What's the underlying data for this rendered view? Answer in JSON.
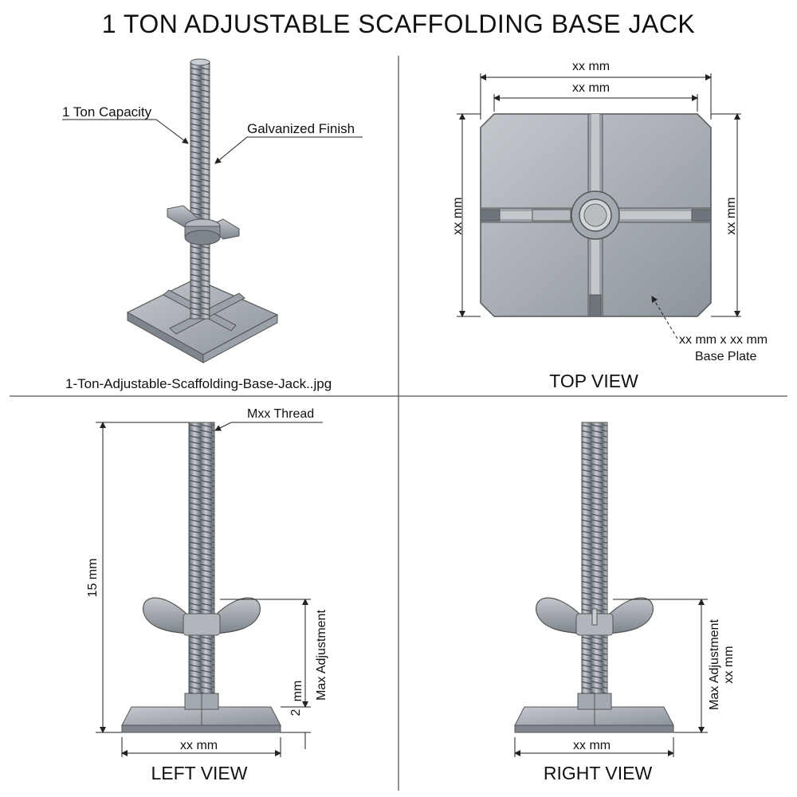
{
  "title": "1 TON ADJUSTABLE SCAFFOLDING BASE JACK",
  "iso": {
    "caption": "1-Ton-Adjustable-Scaffolding-Base-Jack..jpg",
    "callout_capacity": "1 Ton Capacity",
    "callout_finish": "Galvanized Finish"
  },
  "top_view": {
    "title": "TOP VIEW",
    "dim_outer_width": "xx mm",
    "dim_inner_width": "xx mm",
    "dim_left_height": "xx mm",
    "dim_right_height": "xx mm",
    "plate_size": "xx mm x xx mm",
    "plate_label": "Base Plate"
  },
  "left_view": {
    "title": "LEFT VIEW",
    "thread": "Mxx Thread",
    "dim_height": "15 mm",
    "dim_adjust": "Max Adjustment",
    "dim_small": "mm",
    "dim_small_num": "2",
    "dim_width": "xx mm"
  },
  "right_view": {
    "title": "RIGHT VIEW",
    "dim_adjust": "Max Adjustment",
    "dim_adjust_val": "xx mm",
    "dim_width": "xx mm"
  },
  "colors": {
    "metal": "#9aa1a8",
    "metal_dark": "#6e757c",
    "metal_light": "#c9ced3",
    "line": "#222222",
    "frame": "#555555"
  }
}
